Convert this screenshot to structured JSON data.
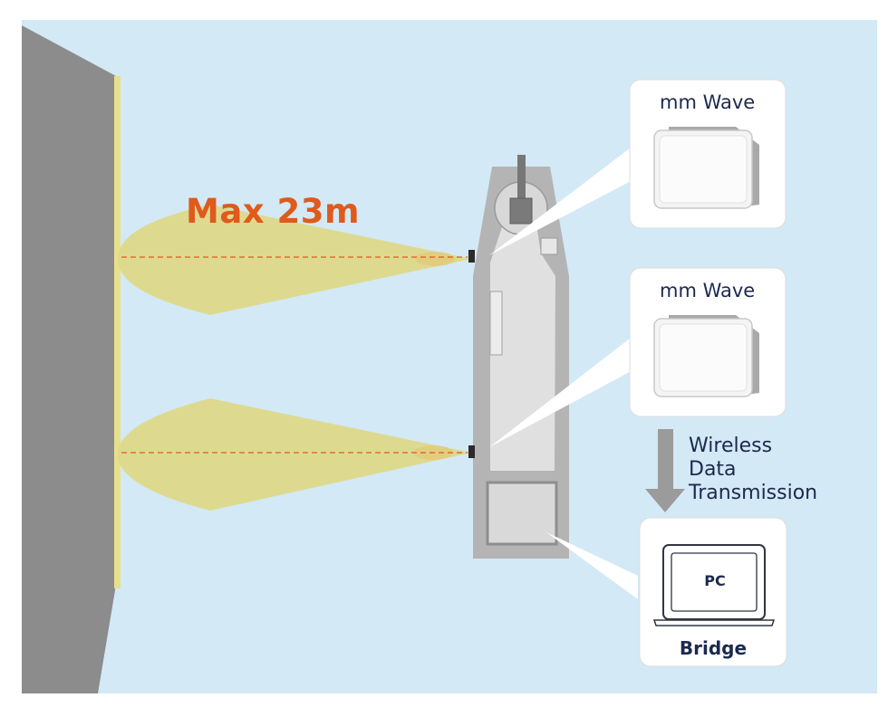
{
  "labels": {
    "range": "Max 23m",
    "sensor_top": "mm Wave",
    "sensor_bottom": "mm Wave",
    "transmission": [
      "Wireless",
      "Data",
      "Transmission"
    ],
    "pc": "PC",
    "bridge": "Bridge"
  },
  "colors": {
    "water": "#d3e9f6",
    "quay": "#8c8c8c",
    "fender": "#e6e08a",
    "beam": "#ddd98a",
    "ship": "#b4b4b4",
    "ship_deck": "#e0e0e0",
    "range_text": "#e05a1c",
    "label_text": "#1b2a4e",
    "arrow": "#9b9b9b"
  },
  "icons": [
    "mmwave-sensor-icon",
    "laptop-icon",
    "down-arrow-icon"
  ]
}
